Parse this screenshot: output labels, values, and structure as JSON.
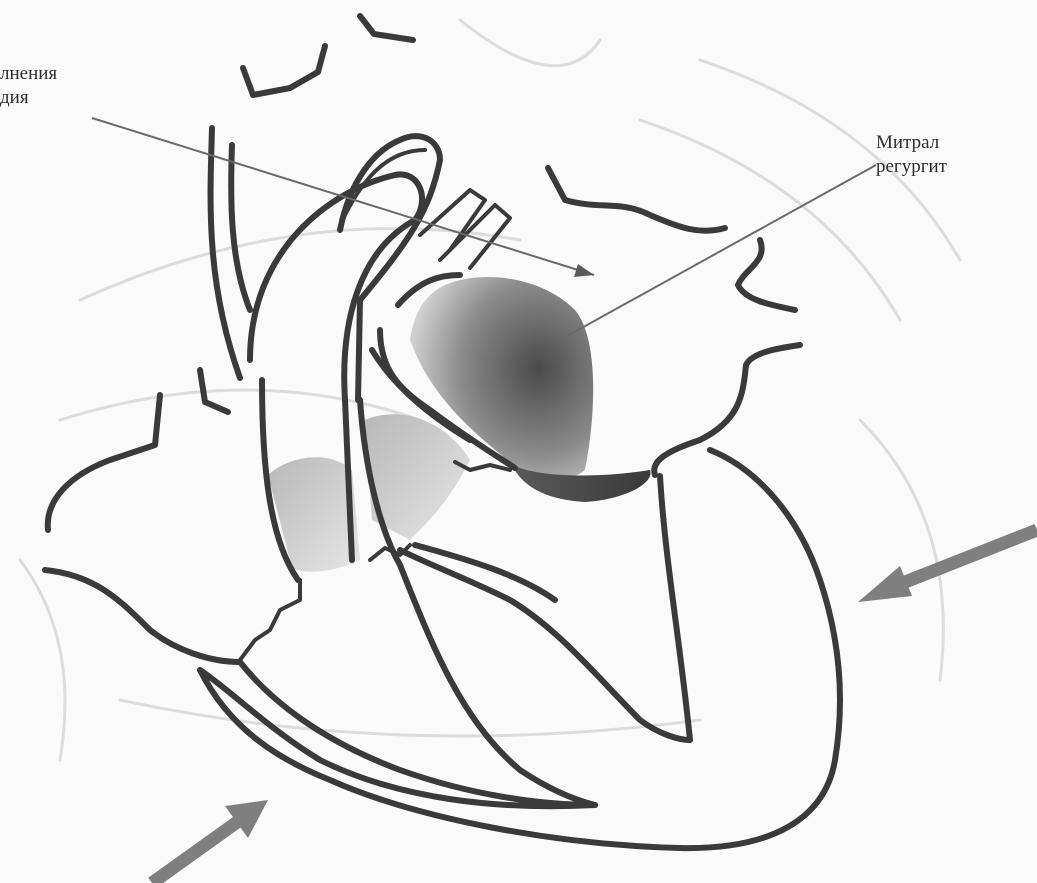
{
  "labels": {
    "left": {
      "line1": "лнения",
      "line2": "дия"
    },
    "right": {
      "line1": "Митрал",
      "line2": "регургит"
    }
  },
  "colors": {
    "outline": "#3a3a3a",
    "shading_dark": "#4a4a4a",
    "shading_light": "#d0d0d0",
    "arrow": "#7f7f7f",
    "background": "#fafafa"
  }
}
